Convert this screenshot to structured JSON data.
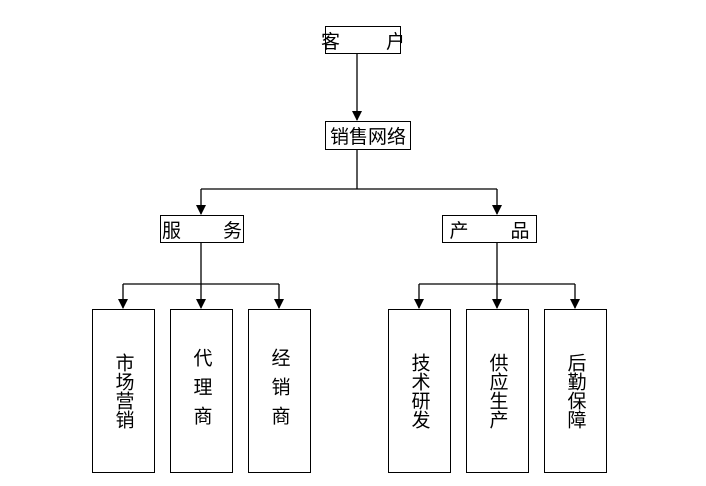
{
  "root": "客 户",
  "level1": "销售网络",
  "branches": [
    {
      "label": "服 务",
      "children": [
        "市场营销",
        "代理商",
        "经销商"
      ]
    },
    {
      "label": "产 品",
      "children": [
        "技术研发",
        "供应生产",
        "后勤保障"
      ]
    }
  ],
  "line_color": "#000000"
}
